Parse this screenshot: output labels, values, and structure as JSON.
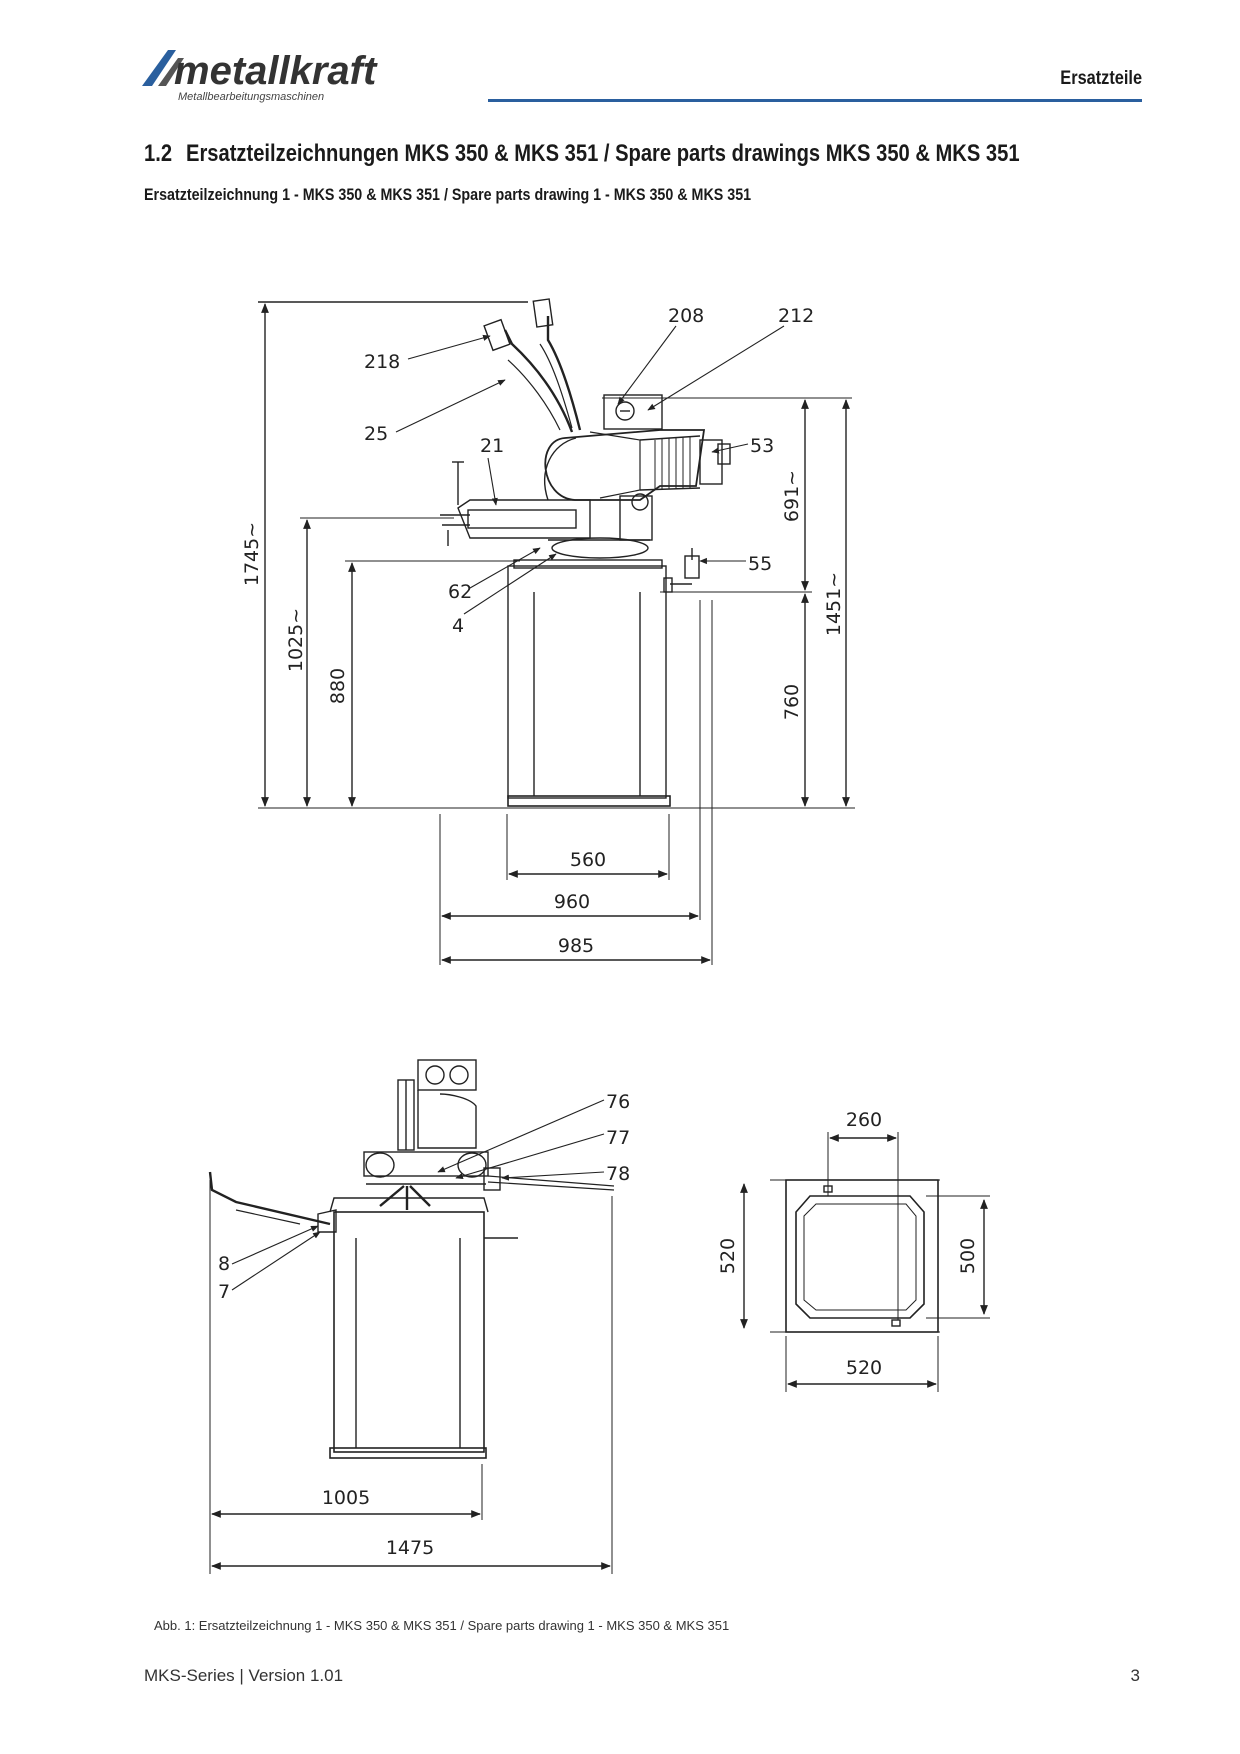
{
  "header": {
    "logo_text": "metallkraft",
    "logo_subtitle": "Metallbearbeitungsmaschinen",
    "section": "Ersatzteile",
    "accent_color": "#2a5f9e"
  },
  "heading": {
    "number": "1.2",
    "title": "Ersatzteilzeichnungen MKS 350 & MKS 351 / Spare parts drawings MKS 350 & MKS 351"
  },
  "subheading": "Ersatzteilzeichnung 1 - MKS 350 & MKS 351 / Spare parts drawing 1 - MKS 350 & MKS 351",
  "drawing": {
    "side_view": {
      "part_labels": [
        "208",
        "212",
        "218",
        "25",
        "21",
        "53",
        "55",
        "62",
        "4"
      ],
      "dimensions": [
        "1745~",
        "1025~",
        "880",
        "691~",
        "1451~",
        "760",
        "560",
        "960",
        "985"
      ]
    },
    "front_view": {
      "part_labels": [
        "76",
        "77",
        "78",
        "8",
        "7"
      ],
      "dimensions": [
        "1005",
        "1475"
      ]
    },
    "base_view": {
      "dimensions": [
        "260",
        "520",
        "500",
        "520"
      ]
    }
  },
  "caption": "Abb. 1: Ersatzteilzeichnung 1 - MKS 350 & MKS 351 / Spare parts drawing 1 - MKS 350 & MKS 351",
  "footer": {
    "series": "MKS-Series | Version 1.01",
    "page": "3"
  }
}
